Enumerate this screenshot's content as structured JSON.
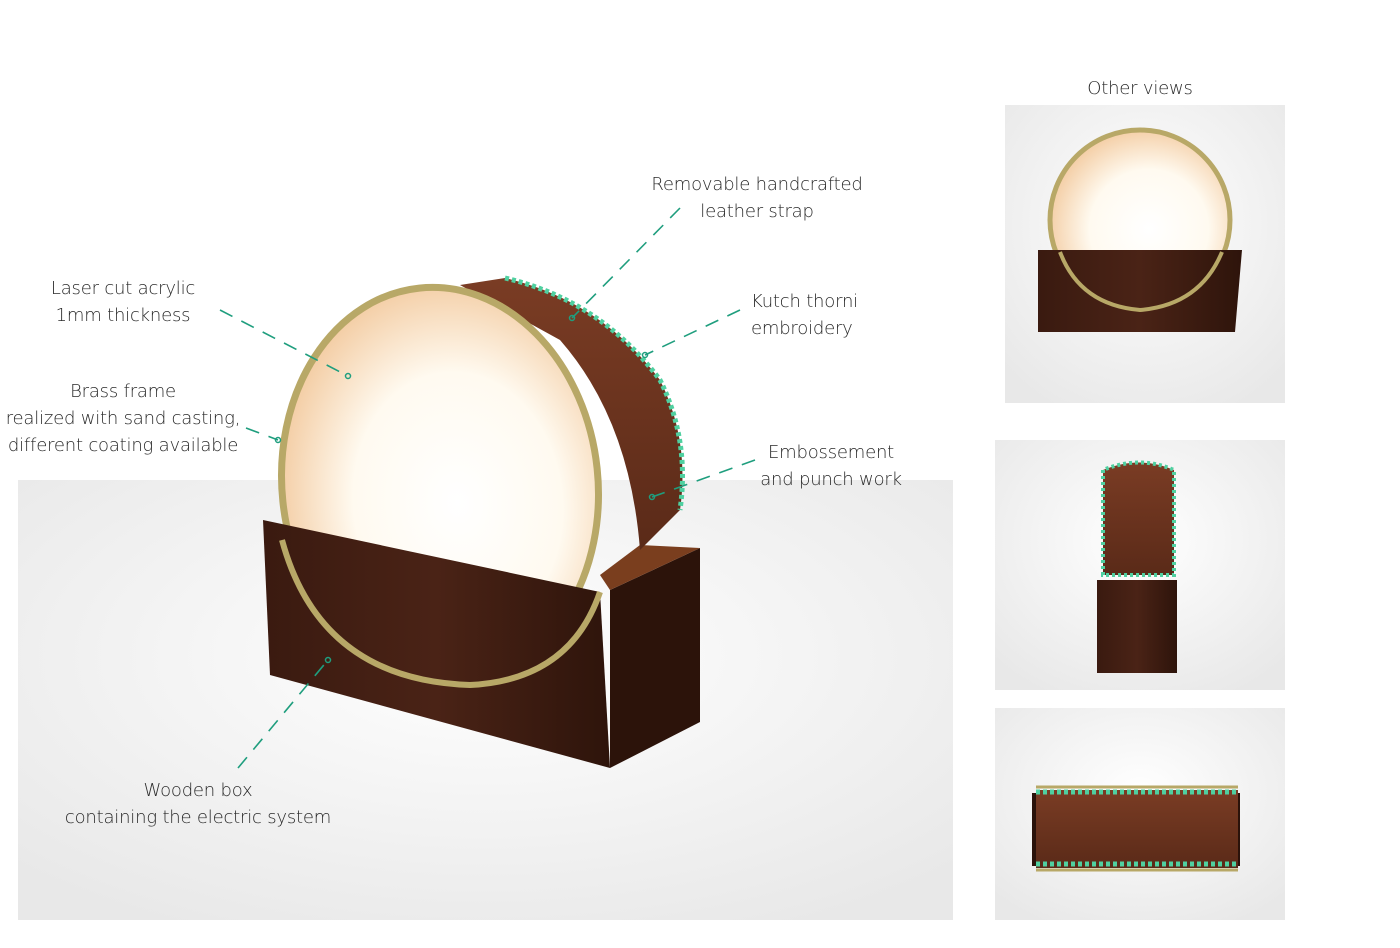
{
  "other_views_title": "Other views",
  "annotations": {
    "strap": [
      "Removable handcrafted",
      "leather strap"
    ],
    "acrylic": [
      "Laser cut acrylic",
      "1mm thickness"
    ],
    "embroidery": [
      "Kutch thorni",
      "embroidery"
    ],
    "brass": [
      "Brass frame",
      "realized with sand casting,",
      "different coating available"
    ],
    "emboss": [
      "Embossement",
      "and punch work"
    ],
    "box": [
      "Wooden box",
      "containing the electric system"
    ]
  },
  "colors": {
    "leader_line": "#1f9e7e",
    "wood": "#3e1d12",
    "brass": "#b8a867",
    "leather": "#6b3420",
    "stitch": "#4fd0a0"
  }
}
